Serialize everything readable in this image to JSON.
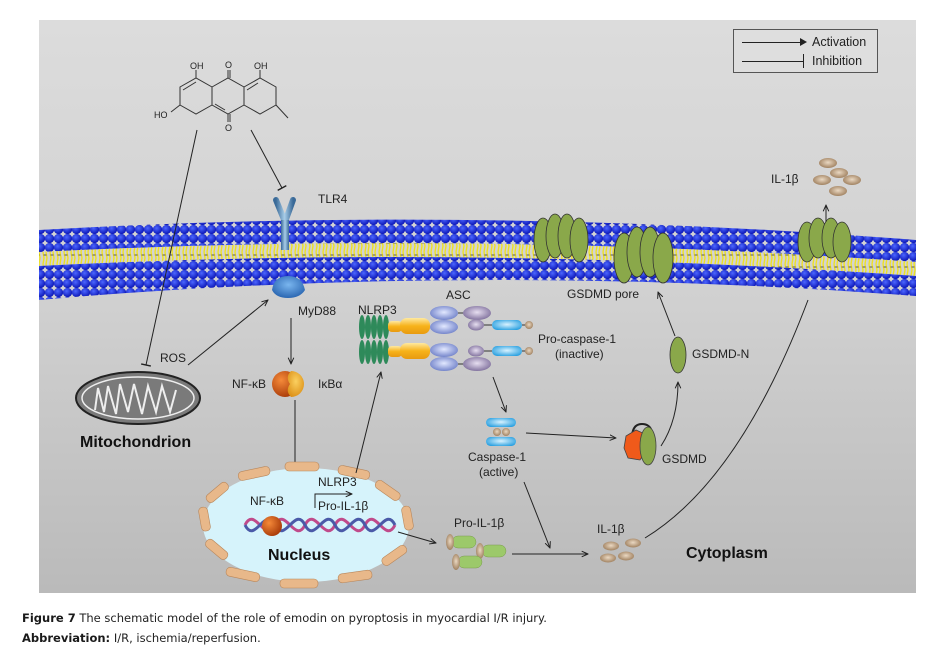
{
  "figure": {
    "legend": {
      "activation_label": "Activation",
      "inhibition_label": "Inhibition"
    },
    "compound": {
      "name": "emodin",
      "substituents": {
        "oh_top_left": "OH",
        "oh_top_right": "OH",
        "ho_left": "HO",
        "carbonyl_top": "O",
        "carbonyl_bottom": "O"
      }
    },
    "labels": {
      "tlr4": "TLR4",
      "myd88": "MyD88",
      "ros": "ROS",
      "mitochondrion": "Mitochondrion",
      "nfkb_cyto": "NF-κB",
      "ikba": "IκBα",
      "nlrp3_complex": "NLRP3",
      "asc": "ASC",
      "pro_caspase_line1": "Pro-caspase-1",
      "pro_caspase_line2": "(inactive)",
      "caspase_line1": "Caspase-1",
      "caspase_line2": "(active)",
      "gsdmd_pore": "GSDMD pore",
      "gsdmd_n": "GSDMD-N",
      "gsdmd": "GSDMD",
      "il1b_extracellular": "IL-1β",
      "il1b_cyto": "IL-1β",
      "pro_il1b": "Pro-IL-1β",
      "nucleus": "Nucleus",
      "nfkb_nucleus": "NF-κB",
      "nlrp3_gene": "NLRP3",
      "pro_il1b_gene": "Pro-IL-1β",
      "cytoplasm": "Cytoplasm"
    },
    "relations": [
      {
        "from": "emodin",
        "to": "TLR4",
        "type": "inhibition"
      },
      {
        "from": "emodin",
        "to": "ROS",
        "type": "inhibition"
      },
      {
        "from": "ROS",
        "to": "MyD88",
        "type": "activation"
      },
      {
        "from": "MyD88",
        "to": "NF-κB/IκBα",
        "type": "activation"
      },
      {
        "from": "NF-κB/IκBα",
        "to": "Nucleus NF-κB",
        "type": "activation"
      },
      {
        "from": "NLRP3 gene",
        "to": "NLRP3 inflammasome",
        "type": "activation"
      },
      {
        "from": "NLRP3 inflammasome",
        "to": "Caspase-1 (active)",
        "type": "activation"
      },
      {
        "from": "Caspase-1 (active)",
        "to": "GSDMD",
        "type": "activation"
      },
      {
        "from": "GSDMD",
        "to": "GSDMD-N",
        "type": "activation"
      },
      {
        "from": "GSDMD-N",
        "to": "GSDMD pore",
        "type": "activation"
      },
      {
        "from": "Pro-IL-1β gene",
        "to": "Pro-IL-1β",
        "type": "activation"
      },
      {
        "from": "Pro-IL-1β",
        "to": "IL-1β",
        "type": "activation"
      },
      {
        "from": "Caspase-1 (active)",
        "to": "IL-1β",
        "type": "activation"
      },
      {
        "from": "IL-1β",
        "to": "IL-1β extracellular",
        "type": "activation"
      }
    ],
    "colors": {
      "membrane_head": "#1a2bd6",
      "membrane_tail": "#f2e21a",
      "gsdmd_green": "#8aa84a",
      "gsdmd_orange": "#f05a1a",
      "nlrp3_green": "#2e8a5a",
      "asc_blue": "#7d8fd0",
      "asc_purple": "#8b7aa8",
      "caspase_blue": "#4ab6e8",
      "pro_il1b_green": "#9cc96a",
      "il1b_brown": "#b89a7a",
      "nucleus_fill": "#d6f3fb",
      "nuclear_envelope": "#e8b88a",
      "mito_gray": "#808080",
      "nfkb_orange": "#d9621a"
    }
  },
  "caption": {
    "figure_label": "Figure 7",
    "text": " The schematic model of the role of emodin on pyroptosis in myocardial I/R injury.",
    "abbrev_label": "Abbreviation:",
    "abbrev_text": " I/R, ischemia/reperfusion."
  }
}
